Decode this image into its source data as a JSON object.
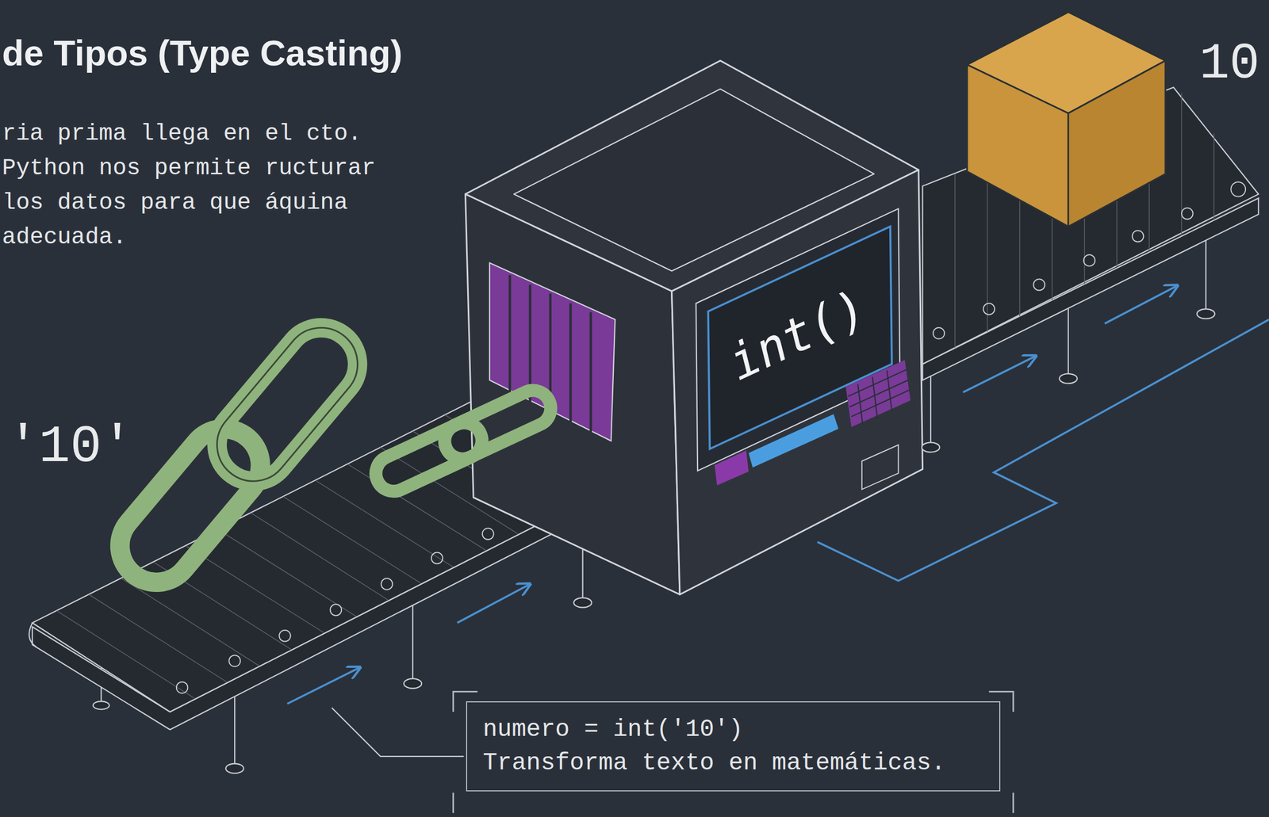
{
  "diagram": {
    "title": "de Tipos (Type Casting)",
    "nodes": [
      {
        "text": [
          "int()"
        ]
      },
      {
        "text": [
          "numero = int('10')",
          "Transforma texto en matemáticas."
        ]
      }
    ],
    "labels": [
      "ria prima llega en el cto. Python nos permite ructurar los datos para que áquina adecuada.",
      "'10'",
      "10"
    ]
  }
}
